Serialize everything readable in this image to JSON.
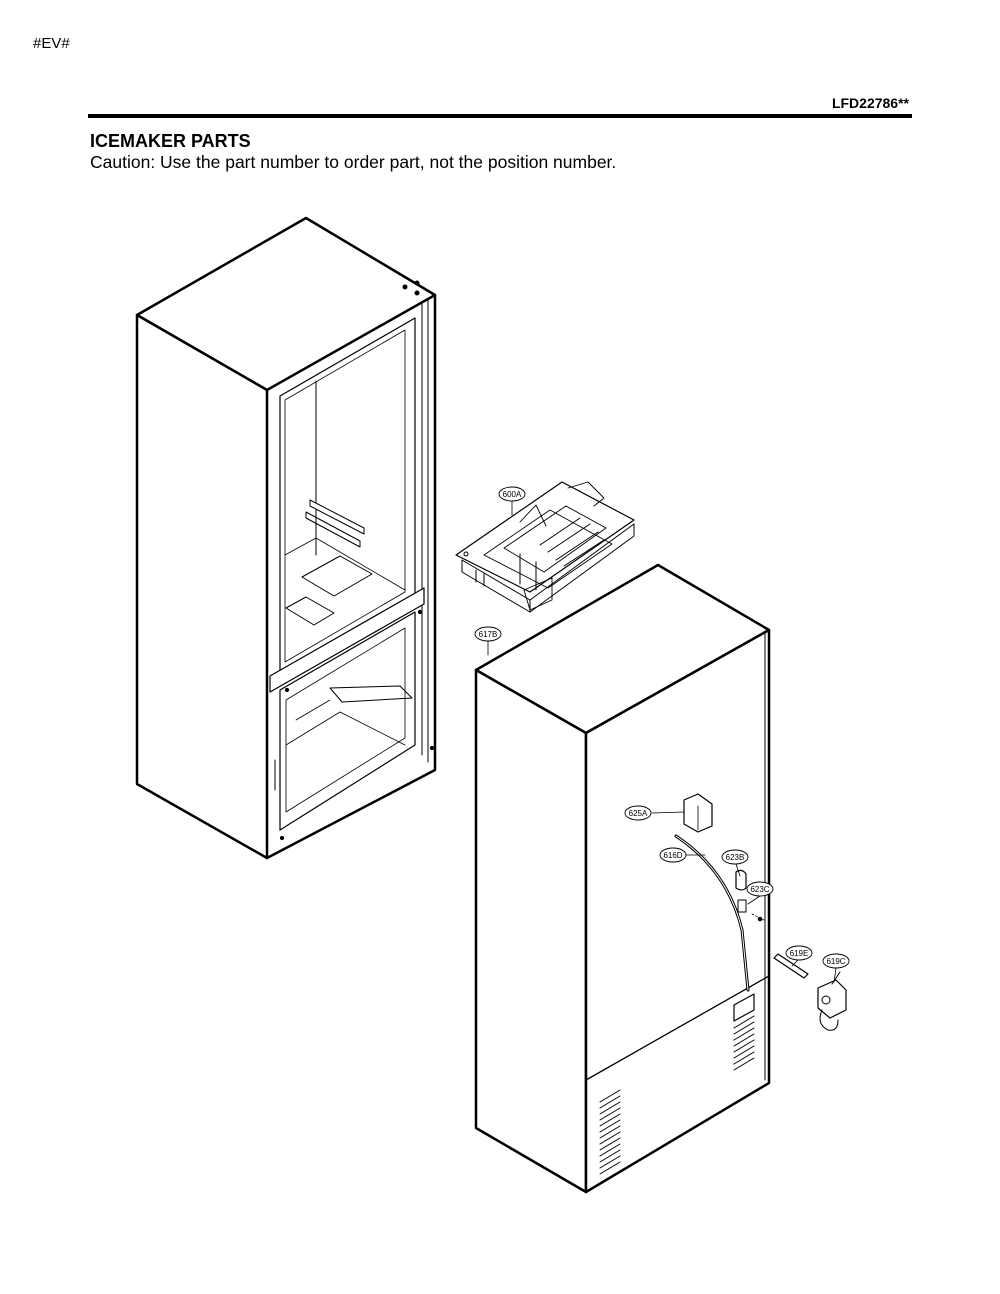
{
  "header": {
    "page_code": "#EV#",
    "model": "LFD22786**"
  },
  "section": {
    "title": "ICEMAKER PARTS",
    "caution": "Caution: Use the part number to order part, not the position number."
  },
  "callouts": [
    {
      "id": "600A",
      "label": "600A"
    },
    {
      "id": "617B",
      "label": "617B"
    },
    {
      "id": "625A",
      "label": "625A"
    },
    {
      "id": "616D",
      "label": "616D"
    },
    {
      "id": "623B",
      "label": "623B"
    },
    {
      "id": "623C",
      "label": "623C"
    },
    {
      "id": "619E",
      "label": "619E"
    },
    {
      "id": "619C",
      "label": "619C"
    }
  ]
}
